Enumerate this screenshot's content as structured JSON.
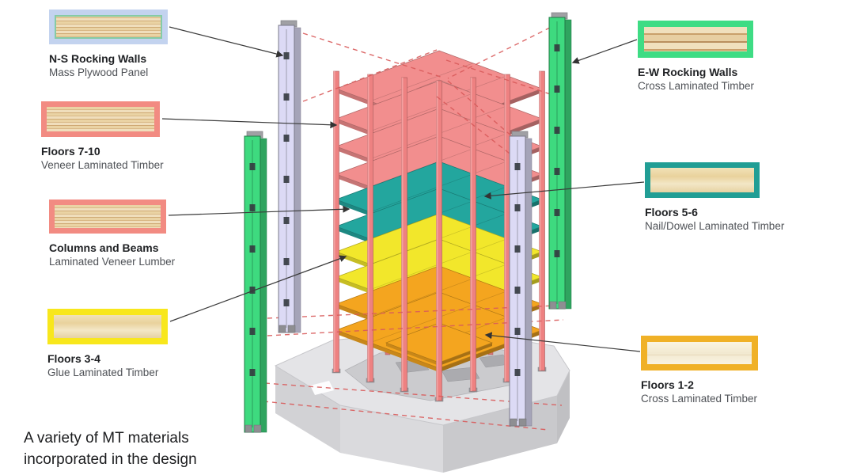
{
  "caption": {
    "line1": "A variety of MT materials",
    "line2": "incorporated in the design"
  },
  "labels": [
    {
      "id": "ns-rocking-walls",
      "title": "N-S Rocking Walls",
      "subtitle": "Mass Plywood Panel"
    },
    {
      "id": "floors-7-10",
      "title": "Floors 7-10",
      "subtitle": "Veneer Laminated Timber"
    },
    {
      "id": "columns-and-beams",
      "title": "Columns and Beams",
      "subtitle": "Laminated Veneer Lumber"
    },
    {
      "id": "floors-3-4",
      "title": "Floors 3-4",
      "subtitle": "Glue Laminated Timber"
    },
    {
      "id": "ew-rocking-walls",
      "title": "E-W Rocking Walls",
      "subtitle": "Cross Laminated Timber"
    },
    {
      "id": "floors-5-6",
      "title": "Floors 5-6",
      "subtitle": "Nail/Dowel Laminated Timber"
    },
    {
      "id": "floors-1-2",
      "title": "Floors 1-2",
      "subtitle": "Cross Laminated Timber"
    }
  ],
  "colors": {
    "swatch_ns_border": "#c3d3ef",
    "swatch_ns_inner": "#85cba6",
    "swatch_salmon_border": "#f28b82",
    "swatch_yellow_border": "#f8e71c",
    "swatch_green_border": "#3edc84",
    "swatch_teal_border": "#219e95",
    "swatch_amber_border": "#f0b127",
    "structure_red": "#ee8181",
    "floor_red": "#f28e8e",
    "floor_teal": "#23a69e",
    "floor_yellow": "#f2e72b",
    "floor_orange": "#f4a51f",
    "panel_lavender": "#dcdaf5",
    "panel_green": "#3eda7f",
    "podium_gray": "#e4e4e7",
    "dash_red": "#d95b5b",
    "arrow_black": "#3a3a3a"
  }
}
